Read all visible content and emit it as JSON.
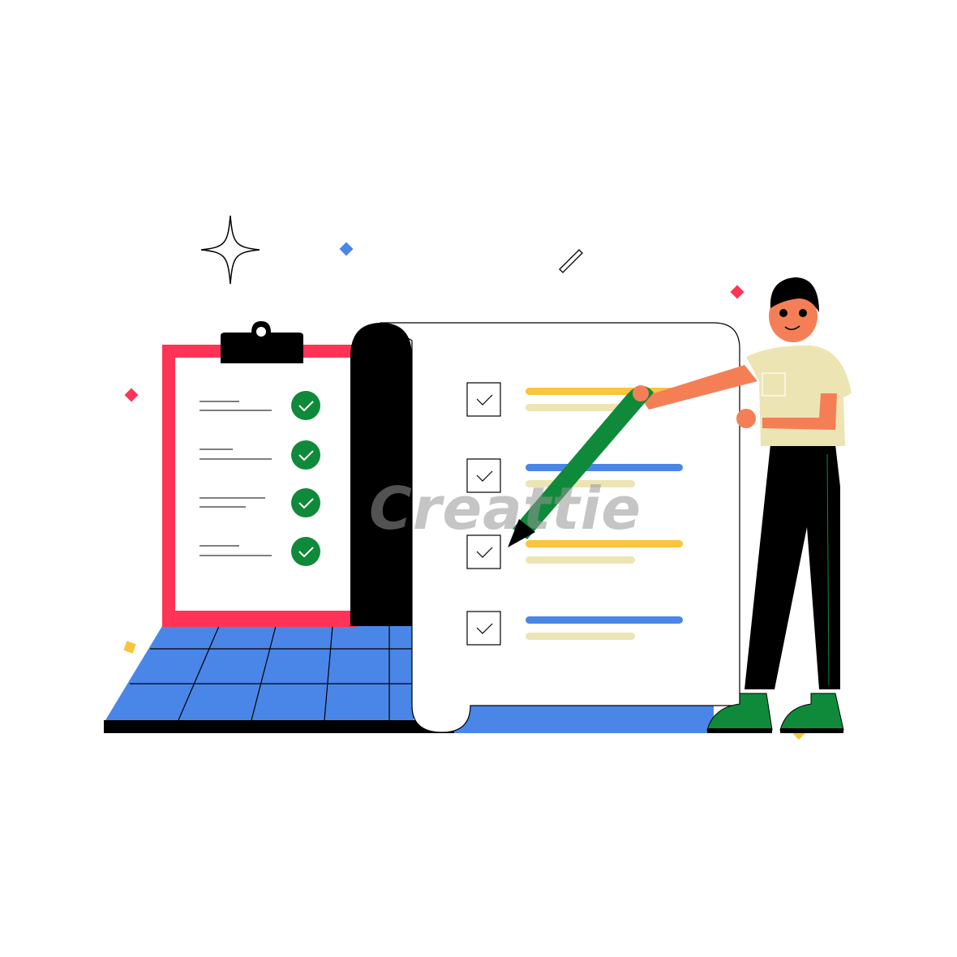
{
  "illustration": {
    "subject": "person checking off a task list",
    "watermark": "Creattie",
    "colors": {
      "red": "#ff3355",
      "green": "#0f8a3a",
      "blue": "#4a86e8",
      "yellow": "#fbc43d",
      "beige": "#ede4b4",
      "skin": "#f47f56",
      "black": "#000000"
    },
    "clipboard": {
      "checked_items": 4
    },
    "checklist": {
      "items": [
        {
          "bar_color": "#fbc43d",
          "checked": true
        },
        {
          "bar_color": "#4a86e8",
          "checked": true
        },
        {
          "bar_color": "#fbc43d",
          "checked": true
        },
        {
          "bar_color": "#4a86e8",
          "checked": true
        }
      ]
    }
  }
}
